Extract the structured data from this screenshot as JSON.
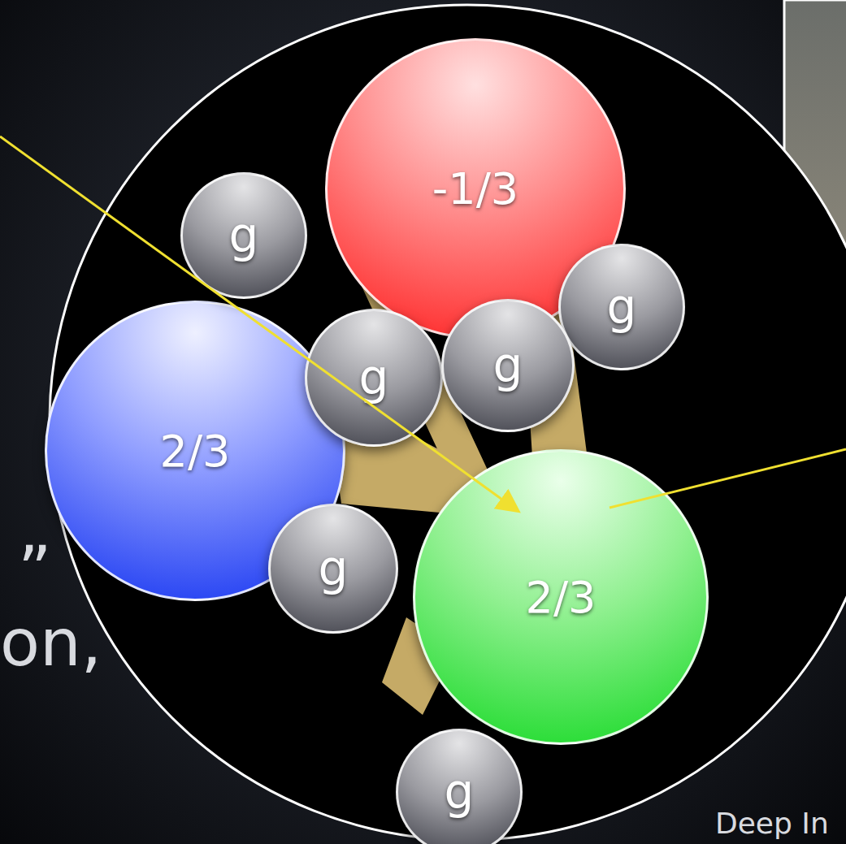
{
  "diagram": {
    "nodes": [
      {
        "text": [
          "-1/3"
        ]
      },
      {
        "text": [
          "2/3"
        ]
      },
      {
        "text": [
          "2/3"
        ]
      },
      {
        "text": [
          "g"
        ]
      },
      {
        "text": [
          "g"
        ]
      },
      {
        "text": [
          "g"
        ]
      },
      {
        "text": [
          "g"
        ]
      },
      {
        "text": [
          "g"
        ]
      },
      {
        "text": [
          "g"
        ]
      }
    ],
    "labels": [
      "”",
      "on,",
      "Deep In"
    ]
  }
}
